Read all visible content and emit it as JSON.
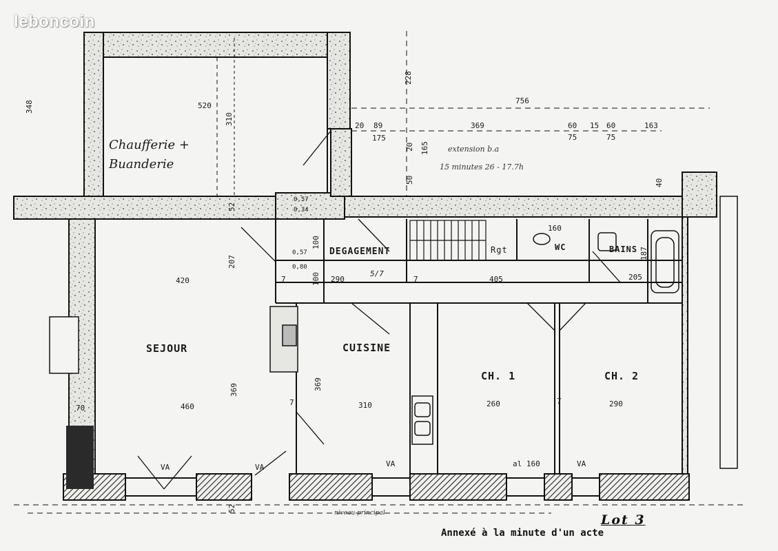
{
  "watermark": "leboncoin",
  "rooms": {
    "chaufferie_line1": "Chaufferie +",
    "chaufferie_line2": "Buanderie",
    "sejour": "SEJOUR",
    "cuisine": "CUISINE",
    "degagement": "DEGAGEMENT",
    "ch1": "CH. 1",
    "ch2": "CH. 2",
    "wc": "WC",
    "bains": "BAINS",
    "rgt": "Rgt"
  },
  "dimensions": {
    "d756": "756",
    "d520": "520",
    "d310": "310",
    "d228": "228",
    "d348": "348",
    "d369_top": "369",
    "d20": "20",
    "d89": "89",
    "d175": "175",
    "d60a": "60",
    "d75a": "75",
    "d15": "15",
    "d60b": "60",
    "d75b": "75",
    "d163": "163",
    "d20v": "20",
    "d165": "165",
    "d50": "50",
    "d40": "40",
    "d52": "52",
    "d207": "207",
    "d420": "420",
    "d100a": "100",
    "d100b": "100",
    "d290a": "290",
    "d57": "5/7",
    "d405": "405",
    "d160": "160",
    "d187": "187",
    "d205": "205",
    "d460": "460",
    "d369_sej": "369",
    "d369_cui": "369",
    "d310_cui": "310",
    "d260": "260",
    "d290b": "290",
    "d70": "70",
    "d160b": "al 160",
    "d52b": "52",
    "d057": "0,57",
    "d034": "0,34",
    "d057b": "0,57",
    "d080": "0,80",
    "d7a": "7",
    "d7b": "7",
    "d7c": "7",
    "d7d": "7",
    "va1": "VA",
    "va2": "VA",
    "va3": "VA",
    "va4": "VA"
  },
  "notes": {
    "note1": "extension b.a",
    "note2": "15 minutes 26 - 17.7h",
    "bottom_scribble": "niveau principal"
  },
  "footer": {
    "lot": "Lot 3",
    "caption": "Annexé à la minute d'un acte"
  }
}
